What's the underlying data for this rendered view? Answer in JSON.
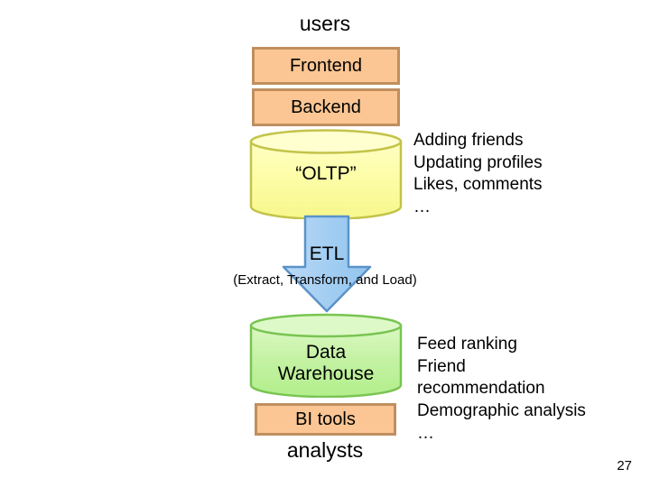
{
  "slide": {
    "number": "27",
    "background": "#ffffff"
  },
  "palette": {
    "box_fill": "#fbc693",
    "box_border": "#bf8f5f",
    "oltp_fill_top": "#ffffb0",
    "oltp_fill_body": "#fbfb9a",
    "oltp_border": "#c3c34a",
    "dw_fill_top": "#d8f5bc",
    "dw_fill_body": "#b6ef90",
    "dw_border": "#79c452",
    "arrow_fill": "#a3cef2",
    "arrow_border": "#5b93c8",
    "text": "#000000"
  },
  "diagram": {
    "top_actor_label": "users",
    "bottom_actor_label": "analysts",
    "boxes": [
      {
        "id": "frontend",
        "label": "Frontend"
      },
      {
        "id": "backend",
        "label": "Backend"
      },
      {
        "id": "bi-tools",
        "label": "BI tools"
      }
    ],
    "stores": [
      {
        "id": "oltp",
        "label": "“OLTP”",
        "label_lines": [
          "“OLTP”"
        ]
      },
      {
        "id": "data-warehouse",
        "label": "Data Warehouse",
        "label_lines": [
          "Data",
          "Warehouse"
        ]
      }
    ],
    "arrow": {
      "id": "etl-arrow",
      "label": "ETL",
      "caption": "(Extract, Transform, and Load)",
      "direction": "down"
    },
    "notes": [
      {
        "id": "oltp-workload-notes",
        "lines": [
          "Adding friends",
          "Updating profiles",
          "Likes, comments",
          "…"
        ]
      },
      {
        "id": "warehouse-workload-notes",
        "lines": [
          "Feed ranking",
          "Friend",
          "recommendation",
          "Demographic analysis",
          "…"
        ]
      }
    ]
  }
}
